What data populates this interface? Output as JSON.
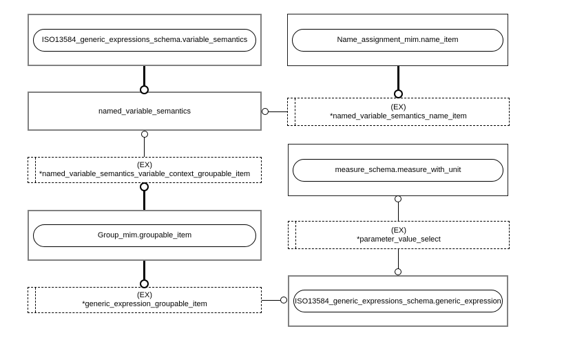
{
  "diagram": {
    "type": "express-g-schema-diagram",
    "colors": {
      "background": "#ffffff",
      "solid_box_border_grey": "#808080",
      "solid_box_border_black": "#1c1c1c",
      "line": "#000000"
    },
    "nodes": {
      "variable_semantics_ref": {
        "label": "ISO13584_generic_expressions_schema.variable_semantics"
      },
      "name_item_ref": {
        "label": "Name_assignment_mim.name_item"
      },
      "named_variable_semantics": {
        "label": "named_variable_semantics"
      },
      "named_variable_semantics_name_item": {
        "tag": "(EX)",
        "label": "*named_variable_semantics_name_item"
      },
      "named_variable_semantics_variable_context_groupable_item": {
        "tag": "(EX)",
        "label": "*named_variable_semantics_variable_context_groupable_item"
      },
      "measure_with_unit_ref": {
        "label": "measure_schema.measure_with_unit"
      },
      "groupable_item_ref": {
        "label": "Group_mim.groupable_item"
      },
      "parameter_value_select": {
        "tag": "(EX)",
        "label": "*parameter_value_select"
      },
      "generic_expression_groupable_item": {
        "tag": "(EX)",
        "label": "*generic_expression_groupable_item"
      },
      "generic_expression_ref": {
        "label": "ISO13584_generic_expressions_schema.generic_expression"
      }
    }
  }
}
